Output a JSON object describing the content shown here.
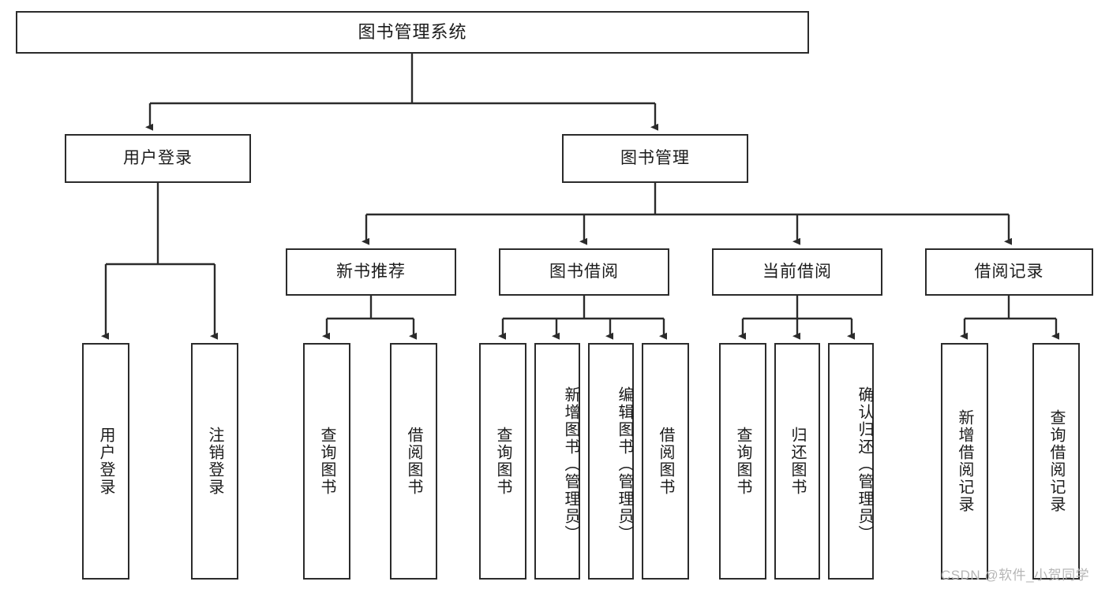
{
  "diagram": {
    "type": "tree",
    "title": "图书管理系统",
    "watermark": "CSDN @软件_小贺同学",
    "colors": {
      "box_border": "#2b2b2b",
      "box_fill": "#ffffff",
      "edge": "#2b2b2b",
      "text": "#1b1b1b",
      "watermark": "#b6b6b6",
      "background": "#ffffff"
    },
    "nodes": {
      "root": {
        "label": "图书管理系统"
      },
      "level2": [
        {
          "label": "用户登录"
        },
        {
          "label": "图书管理"
        }
      ],
      "level3": [
        {
          "label": "新书推荐"
        },
        {
          "label": "图书借阅"
        },
        {
          "label": "当前借阅"
        },
        {
          "label": "借阅记录"
        }
      ],
      "user_login_children": [
        {
          "label": "用户登录"
        },
        {
          "label": "注销登录"
        }
      ],
      "new_book_children": [
        {
          "label": "查询图书"
        },
        {
          "label": "借阅图书"
        }
      ],
      "book_borrow_children": [
        {
          "label": "查询图书"
        },
        {
          "label": "新增图书（管理员）"
        },
        {
          "label": "编辑图书（管理员）"
        },
        {
          "label": "借阅图书"
        }
      ],
      "current_borrow_children": [
        {
          "label": "查询图书"
        },
        {
          "label": "归还图书"
        },
        {
          "label": "确认归还（管理员）"
        }
      ],
      "borrow_record_children": [
        {
          "label": "新增借阅记录"
        },
        {
          "label": "查询借阅记录"
        }
      ]
    }
  }
}
